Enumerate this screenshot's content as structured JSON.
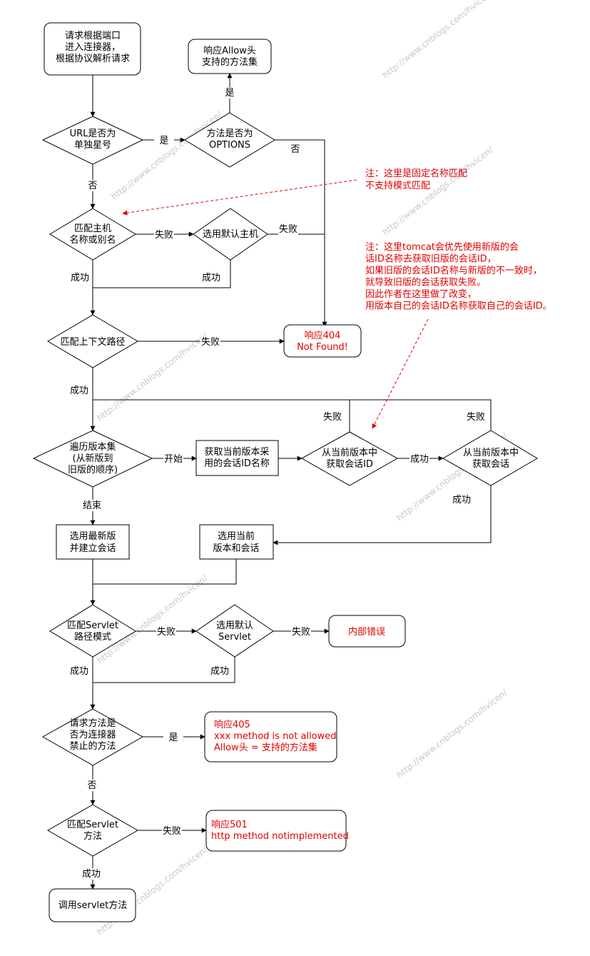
{
  "watermark": "http://www.cnblogs.com/hvicen/",
  "colors": {
    "stroke": "#000000",
    "note": "#e00000",
    "watermark": "#c8c8c8",
    "background": "#ffffff"
  },
  "nodes": {
    "start": [
      "请求根据端口",
      "进入连接器，",
      "根据协议解析请求"
    ],
    "url_check": [
      "URL是否为",
      "单独星号"
    ],
    "options_check": [
      "方法是否为",
      "OPTIONS"
    ],
    "allow_resp": [
      "响应Allow头",
      "支持的方法集"
    ],
    "host_match": [
      "匹配主机",
      "名称或别名"
    ],
    "default_host": [
      "选用默认主机"
    ],
    "context_match": [
      "匹配上下文路径"
    ],
    "not_found": [
      "响应404",
      "Not Found!"
    ],
    "iterate_versions": [
      "遍历版本集",
      "(从新版到",
      "旧版的顺序)"
    ],
    "get_session_name": [
      "获取当前版本采",
      "用的会话ID名称"
    ],
    "get_session_id": [
      "从当前版本中",
      "获取会话ID"
    ],
    "get_session": [
      "从当前版本中",
      "获取会话"
    ],
    "select_latest": [
      "选用最新版",
      "并建立会话"
    ],
    "select_current": [
      "选用当前",
      "版本和会话"
    ],
    "servlet_match": [
      "匹配Servlet",
      "路径模式"
    ],
    "default_servlet": [
      "选用默认",
      "Servlet"
    ],
    "internal_error": [
      "内部错误"
    ],
    "method_forbidden": [
      "请求方法是",
      "否为连接器",
      "禁止的方法"
    ],
    "resp_405": [
      "响应405",
      "xxx method is not allowed",
      "Allow头 = 支持的方法集"
    ],
    "servlet_method": [
      "匹配Servlet",
      "方法"
    ],
    "resp_501": [
      "响应501",
      "http method notimplemented"
    ],
    "invoke": [
      "调用servlet方法"
    ]
  },
  "edge_labels": {
    "url_yes": "是",
    "url_no": "否",
    "options_yes": "是",
    "options_no": "否",
    "host_fail": "失败",
    "host_success": "成功",
    "default_host_fail": "失败",
    "default_host_success": "成功",
    "context_fail": "失败",
    "context_success": "成功",
    "iterate_start": "开始",
    "iterate_end": "结束",
    "session_id_success": "成功",
    "session_id_fail": "失败",
    "session_fail": "失败",
    "session_success": "成功",
    "servlet_fail": "失败",
    "servlet_success": "成功",
    "default_servlet_fail": "失败",
    "default_servlet_success": "成功",
    "forbidden_yes": "是",
    "forbidden_no": "否",
    "method_fail": "失败",
    "method_success": "成功"
  },
  "notes": {
    "note1": [
      "注：这里是固定名称匹配",
      "不支持模式匹配"
    ],
    "note2": [
      "注：这里tomcat会优先使用新版的会",
      "话ID名称去获取旧版的会话ID，",
      "如果旧版的会话ID名称与新版的不一致时，",
      "就导致旧版的会话获取失败。",
      "因此作者在这里做了改变，",
      "用版本自己的会话ID名称获取自己的会话ID。"
    ]
  }
}
